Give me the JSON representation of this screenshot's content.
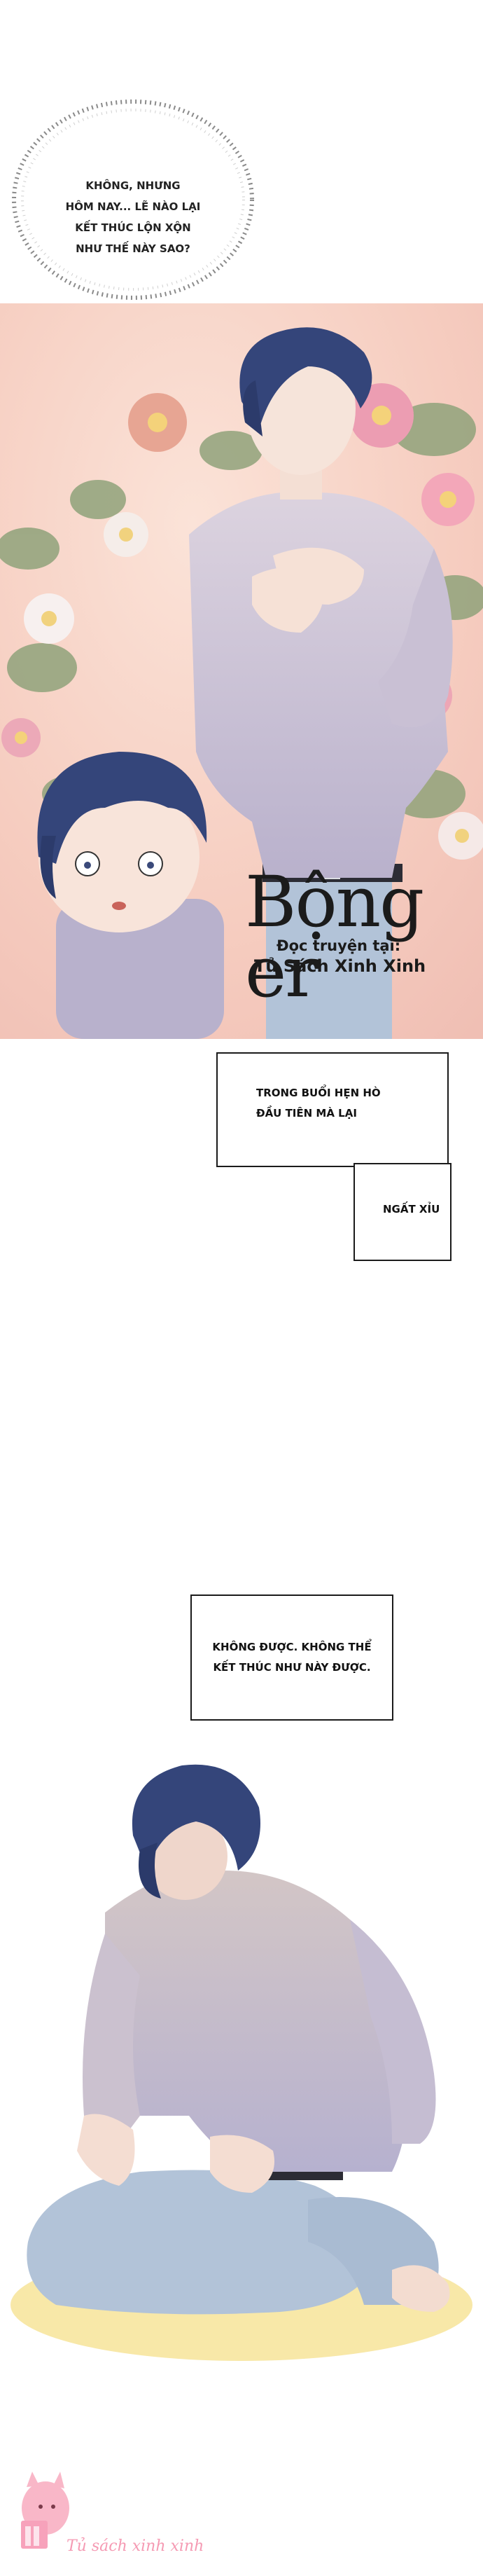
{
  "thought_bubble": {
    "lines": [
      "KHÔNG, NHƯNG",
      "HÔM NAY... LẼ NÀO LẠI",
      "KẾT THÚC LỘN XỘN",
      "NHƯ THẾ NÀY SAO?"
    ]
  },
  "logo": {
    "title": "Bộng er",
    "subtitle": "Đọc truyện tại:",
    "site": "Tủ Sách Xinh Xinh"
  },
  "narration": {
    "box1_lines": [
      "TRONG BUỔI HẸN HÒ",
      "ĐẦU TIÊN MÀ LẠI"
    ],
    "box2": "NGẤT XỈU",
    "box3_lines": [
      "KHÔNG ĐƯỢC. KHÔNG THỂ",
      "KẾT THÚC NHƯ NÀY ĐƯỢC."
    ]
  },
  "watermark": {
    "text": "Tủ sách xinh xinh"
  },
  "colors": {
    "flower_bg": "#f6cdc0",
    "hair": "#34457a",
    "sweater": "#c9c0d4",
    "jeans": "#b2c3d8",
    "floor": "#f8e8a8",
    "watermark_pink": "#f59ab3"
  }
}
